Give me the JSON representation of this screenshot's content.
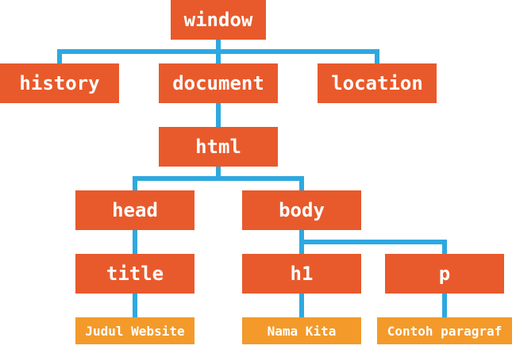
{
  "colors": {
    "node_fill": "#e85a2b",
    "leaf_fill": "#f39a2b",
    "connector": "#2ea8e0",
    "text": "#ffffff"
  },
  "nodes": {
    "window": "window",
    "history": "history",
    "document": "document",
    "location": "location",
    "html": "html",
    "head": "head",
    "body": "body",
    "title": "title",
    "h1": "h1",
    "p": "p",
    "title_text": "Judul Website",
    "h1_text": "Nama Kita",
    "p_text": "Contoh paragraf"
  }
}
